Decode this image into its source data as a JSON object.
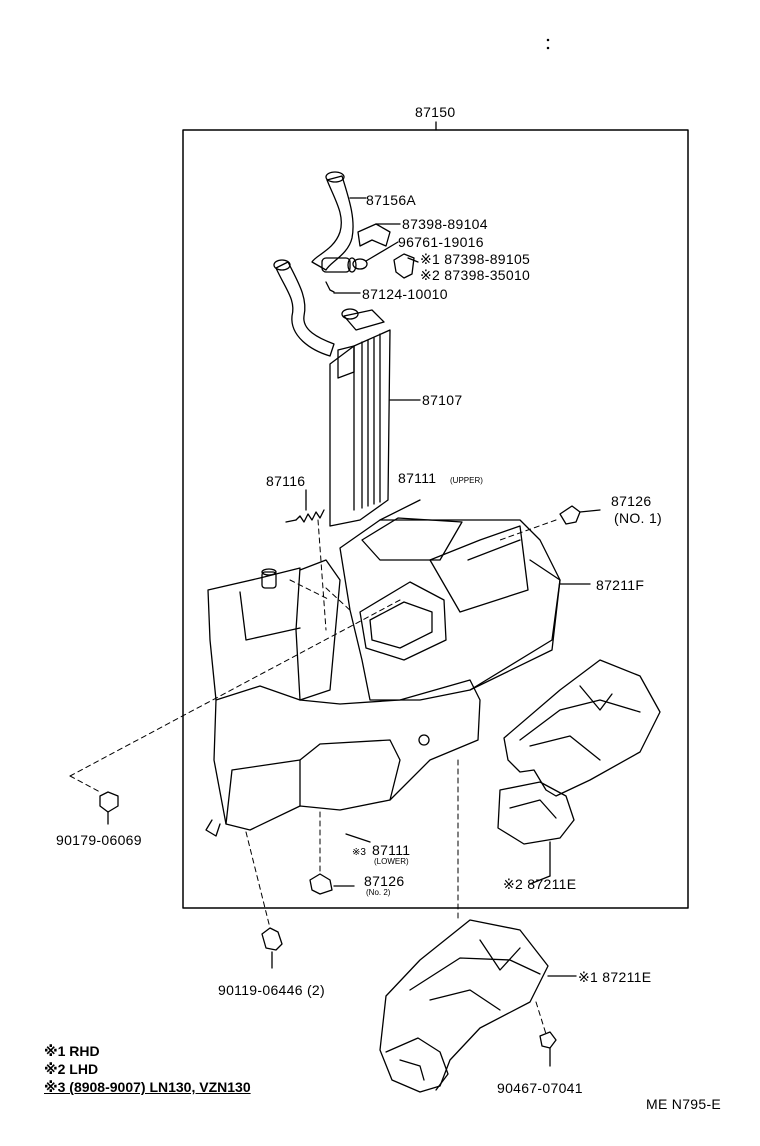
{
  "assembly_label": "87150",
  "parts": {
    "p87156A": "87156A",
    "p87398_89104": "87398-89104",
    "p96761": "96761-19016",
    "p87398_89105": "※1  87398-89105",
    "p87398_35010": "※2  87398-35010",
    "p87124": "87124-10010",
    "p87107": "87107",
    "p87116": "87116",
    "p87111_upper": "87111",
    "p87111_upper_note": "(UPPER)",
    "p87126_1": "87126",
    "p87126_1_note": "(NO. 1)",
    "p87211F": "87211F",
    "p90179": "90179-06069",
    "p87111_lower_mark": "※3",
    "p87111_lower": "87111",
    "p87111_lower_note": "(LOWER)",
    "p87126_2": "87126",
    "p87126_2_note": "(No. 2)",
    "p87211E_2": "※2  87211E",
    "p90119": "90119-06446 (2)",
    "p87211E_1": "※1 87211E",
    "p90467": "90467-07041"
  },
  "legend": {
    "l1": "※1 RHD",
    "l2": "※2 LHD",
    "l3": "※3 (8908-9007) LN130, VZN130"
  },
  "ref_code": "ME  N795-E"
}
